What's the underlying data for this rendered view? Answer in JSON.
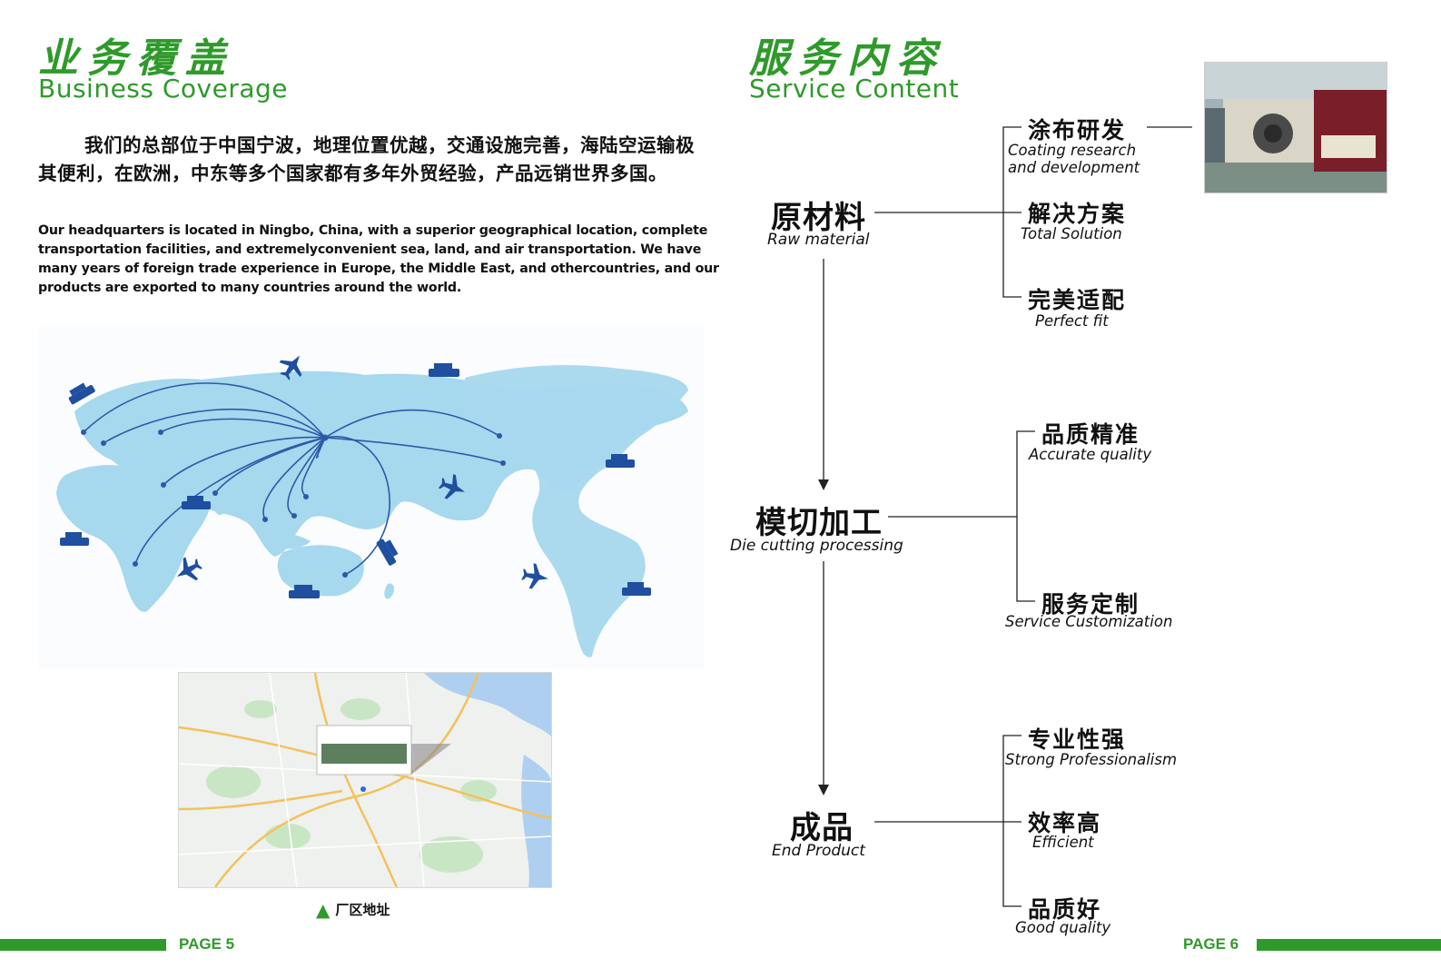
{
  "left": {
    "title_cn": "业务覆盖",
    "title_en": "Business Coverage",
    "intro_cn": "我们的总部位于中国宁波，地理位置优越，交通设施完善，海陆空运输极其便利，在欧洲，中东等多个国家都有多年外贸经验，产品远销世界多国。",
    "intro_en": "Our headquarters is located in Ningbo, China, with a superior geographical location, complete transportation facilities, and extremelyconvenient sea, land, and air transportation. We have many years of foreign trade experience in Europe, the Middle East, and othercountries, and our products are exported to many countries around the world.",
    "map_caption": "厂区地址",
    "page": "PAGE 5"
  },
  "right": {
    "title_cn": "服务内容",
    "title_en": "Service Content",
    "page": "PAGE 6",
    "stages": [
      {
        "cn": "原材料",
        "en": "Raw material",
        "leaves": [
          {
            "cn": "涂布研发",
            "en": "Coating research and development"
          },
          {
            "cn": "解决方案",
            "en": "Total Solution"
          },
          {
            "cn": "完美适配",
            "en": "Perfect fit"
          }
        ]
      },
      {
        "cn": "模切加工",
        "en": "Die cutting processing",
        "leaves": [
          {
            "cn": "品质精准",
            "en": "Accurate quality"
          },
          {
            "cn": "服务定制",
            "en": "Service Customization"
          }
        ]
      },
      {
        "cn": "成品",
        "en": "End Product",
        "leaves": [
          {
            "cn": "专业性强",
            "en": "Strong Professionalism"
          },
          {
            "cn": "效率高",
            "en": "Efficient"
          },
          {
            "cn": "品质好",
            "en": "Good quality"
          }
        ]
      }
    ]
  },
  "colors": {
    "brand_green": "#2e9a2a",
    "map_land": "#a6d8ee",
    "route_blue": "#2a5aa8"
  }
}
